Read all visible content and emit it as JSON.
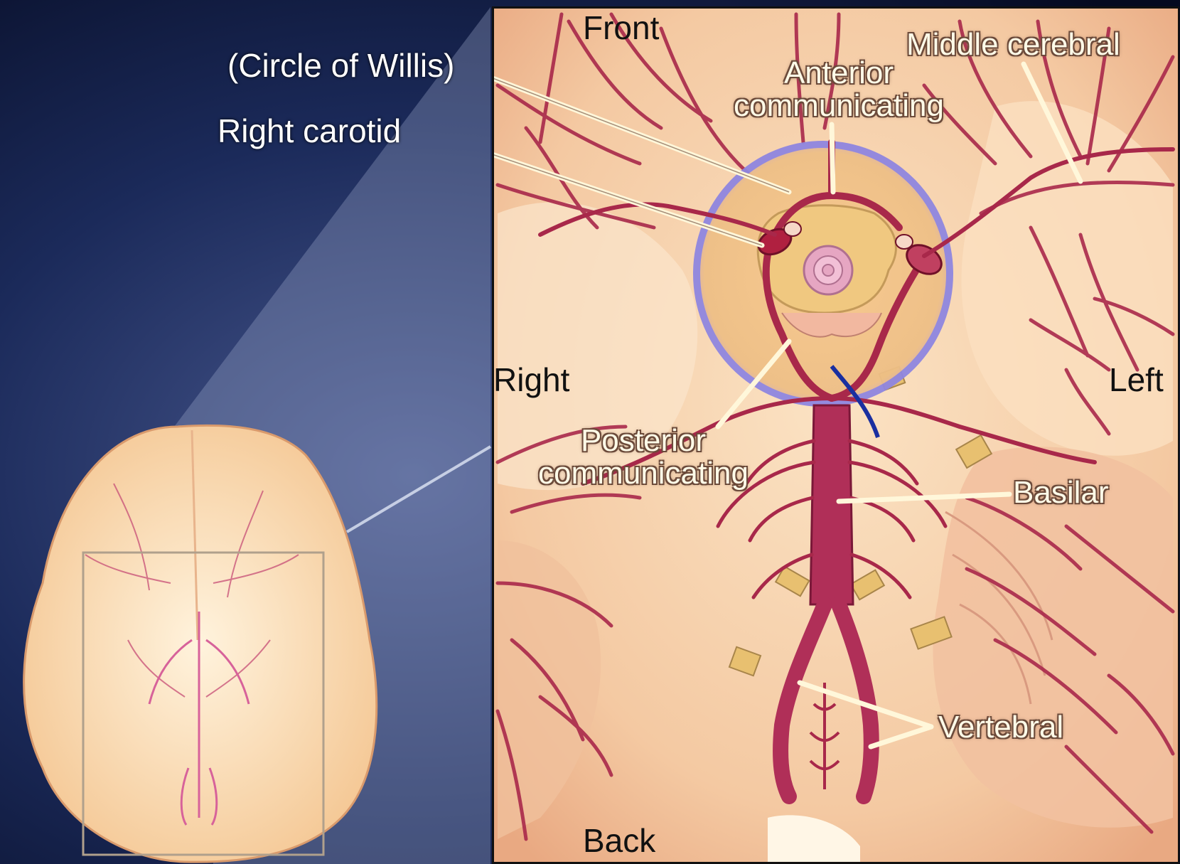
{
  "labels": {
    "front": "Front",
    "back": "Back",
    "right": "Right",
    "left": "Left",
    "circle_of_willis": "(Circle of Willis)",
    "right_carotid": "Right carotid",
    "anterior_communicating": "Anterior\ncommunicating",
    "middle_cerebral": "Middle cerebral",
    "posterior_communicating": "Posterior\ncommunicating",
    "basilar": "Basilar",
    "vertebral": "Vertebral"
  },
  "colors": {
    "background": "#0a1230",
    "brain_tissue": "#f7d5b0",
    "artery": "#a8284a",
    "leader_line": "#fff7da",
    "highlight_circle": "#8f86e0"
  }
}
